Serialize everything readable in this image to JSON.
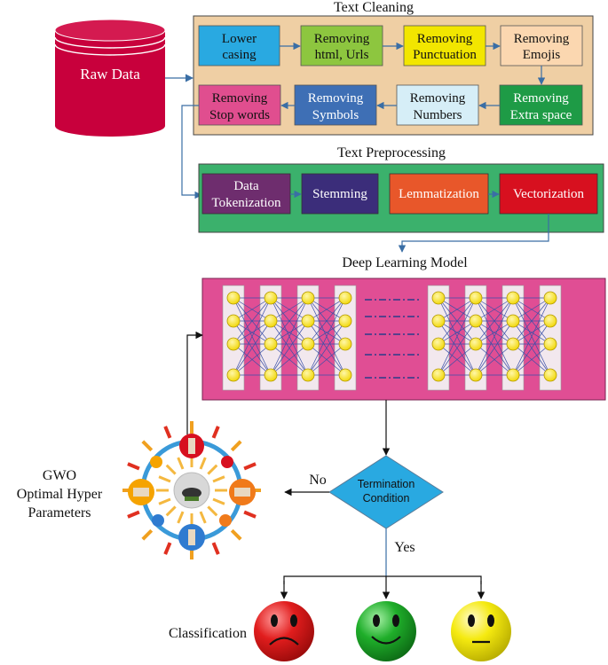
{
  "raw_data": {
    "label": "Raw Data"
  },
  "text_cleaning": {
    "title": "Text Cleaning",
    "steps": [
      {
        "line1": "Lower",
        "line2": "casing",
        "color": "#29a9e1",
        "text_color": "#111111"
      },
      {
        "line1": "Removing",
        "line2": "html, Urls",
        "color": "#8dc63f",
        "text_color": "#111111"
      },
      {
        "line1": "Removing",
        "line2": "Punctuation",
        "color": "#f2e600",
        "text_color": "#111111"
      },
      {
        "line1": "Removing",
        "line2": "Emojis",
        "color": "#fbd7b0",
        "text_color": "#111111"
      },
      {
        "line1": "Removing",
        "line2": "Extra space",
        "color": "#1e9b46",
        "text_color": "#ffffff"
      },
      {
        "line1": "Removing",
        "line2": "Numbers",
        "color": "#d6eef7",
        "text_color": "#111111"
      },
      {
        "line1": "Removing",
        "line2": "Symbols",
        "color": "#3e6fb5",
        "text_color": "#ffffff"
      },
      {
        "line1": "Removing",
        "line2": "Stop words",
        "color": "#e04e8f",
        "text_color": "#111111"
      }
    ]
  },
  "text_preprocessing": {
    "title": "Text Preprocessing",
    "steps": [
      {
        "line1": "Data",
        "line2": "Tokenization",
        "color": "#6e2d6e",
        "text_color": "#ffffff"
      },
      {
        "line1": "Stemming",
        "line2": "",
        "color": "#3b2d7a",
        "text_color": "#ffffff"
      },
      {
        "line1": "Lemmatization",
        "line2": "",
        "color": "#e8572a",
        "text_color": "#ffffff"
      },
      {
        "line1": "Vectorization",
        "line2": "",
        "color": "#d7101f",
        "text_color": "#ffffff"
      }
    ]
  },
  "deep_learning": {
    "title": "Deep Learning Model"
  },
  "decision": {
    "line1": "Termination",
    "line2": "Condition",
    "no_label": "No",
    "yes_label": "Yes"
  },
  "gwo": {
    "line1": "GWO",
    "line2": "Optimal Hyper",
    "line3": "Parameters"
  },
  "classification": {
    "label": "Classification",
    "faces": [
      {
        "mood": "sad",
        "color": "#e11d1d"
      },
      {
        "mood": "happy",
        "color": "#1fae2a"
      },
      {
        "mood": "neutral",
        "color": "#f5ea10"
      }
    ]
  },
  "colors": {
    "cleaning_panel": "#efcfa4",
    "preprocessing_panel": "#3bb16c",
    "dl_panel": "#e04e94",
    "arrow": "#3a6ea5",
    "database": "#c8003c"
  }
}
